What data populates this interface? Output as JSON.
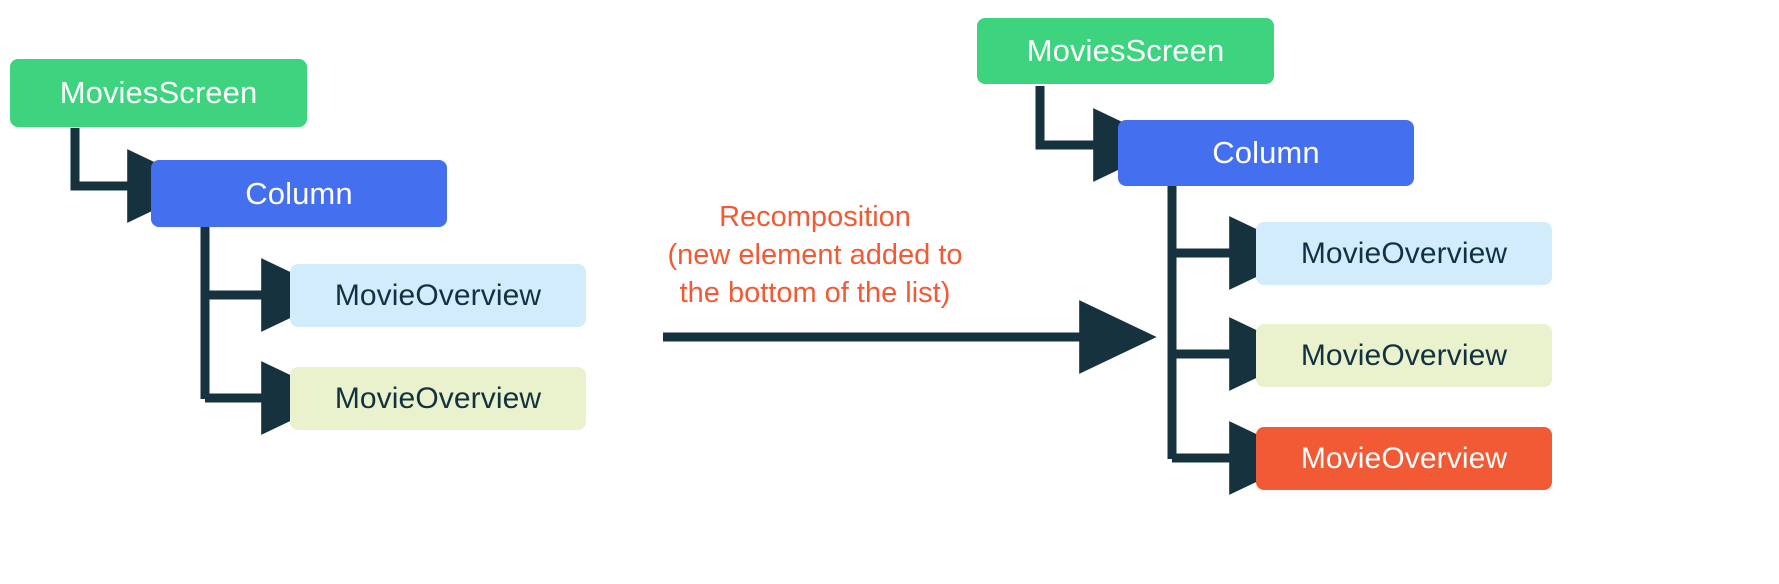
{
  "diagram": {
    "type": "recomposition-tree-comparison",
    "palette": {
      "green": "#3ed47f",
      "blue": "#4470ef",
      "light_blue": "#d3ecfc",
      "light_yellow": "#e9f1cd",
      "orange": "#f15a34",
      "wire": "#16323f",
      "background": "#ffffff",
      "light_text": "#ffffff",
      "dark_text": "#12323f"
    },
    "before": {
      "name": "before-recomposition-tree",
      "root": "MoviesScreen",
      "container": "Column",
      "children": [
        {
          "label": "MovieOverview",
          "color": "#d3ecfc"
        },
        {
          "label": "MovieOverview",
          "color": "#e9f1cd"
        }
      ]
    },
    "transition": {
      "name": "recomposition-transition",
      "lines": [
        "Recomposition",
        "(new element added to",
        "the bottom of the list)"
      ],
      "text": "Recomposition\n(new element added to\nthe bottom of the list)",
      "arrow": "right-arrow"
    },
    "after": {
      "name": "after-recomposition-tree",
      "root": "MoviesScreen",
      "container": "Column",
      "children": [
        {
          "label": "MovieOverview",
          "color": "#d3ecfc"
        },
        {
          "label": "MovieOverview",
          "color": "#e9f1cd"
        },
        {
          "label": "MovieOverview",
          "color": "#f15a34"
        }
      ]
    }
  }
}
